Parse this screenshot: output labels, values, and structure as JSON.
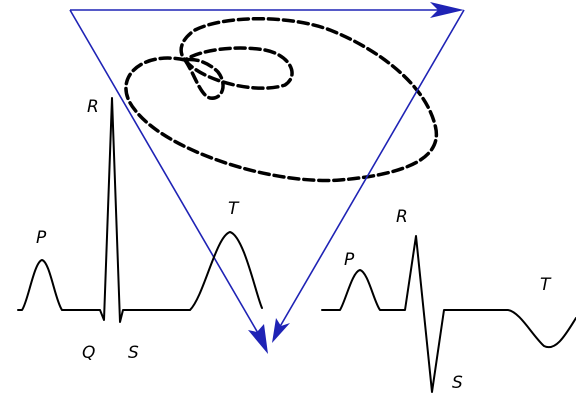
{
  "labels": {
    "ecg_left": {
      "p": "P",
      "q": "Q",
      "r": "R",
      "s": "S",
      "t": "T"
    },
    "ecg_right": {
      "p": "P",
      "r": "R",
      "s": "S",
      "t": "T"
    }
  },
  "colors": {
    "vector": "#1f23b5",
    "trace": "#000000",
    "background": "#ffffff"
  }
}
